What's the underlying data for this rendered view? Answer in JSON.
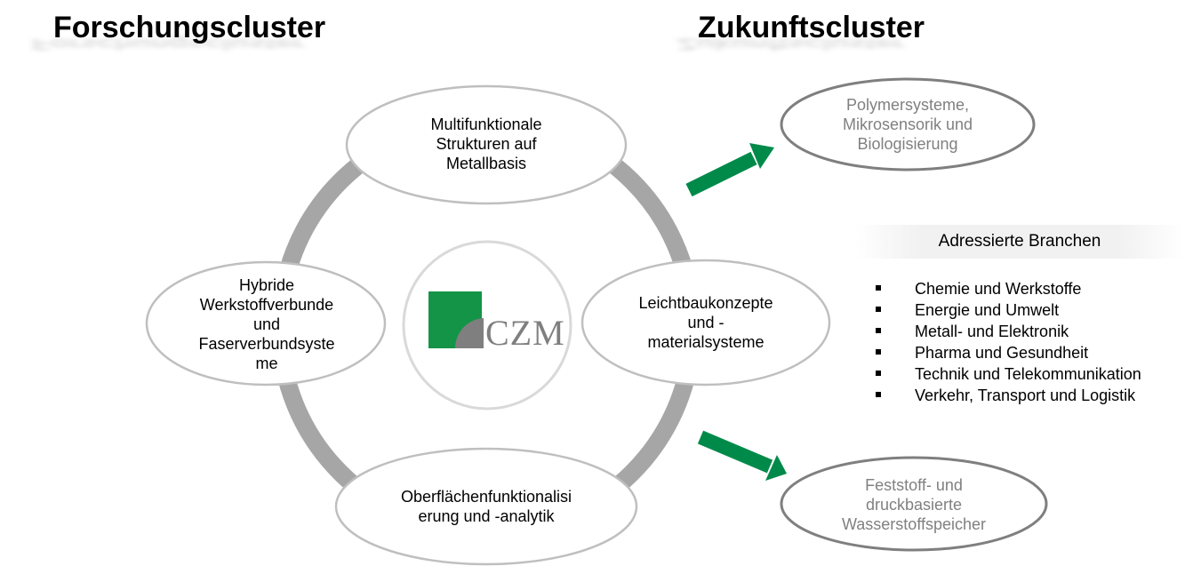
{
  "headings": {
    "left": "Forschungscluster",
    "right": "Zukunftscluster"
  },
  "research_clusters": {
    "top": [
      "Multifunktionale",
      "Strukturen auf",
      "Metallbasis"
    ],
    "right": [
      "Leichtbaukonzepte",
      "und -",
      "materialsysteme"
    ],
    "bottom": [
      "Oberflächenfunktionalisi",
      "erung und -analytik"
    ],
    "left": [
      "Hybride",
      "Werkstoffverbunde",
      "und",
      "Faserverbundsyste",
      "me"
    ]
  },
  "logo": {
    "text": "CZM",
    "color_green": "#149447",
    "color_gray": "#7f7f7f"
  },
  "future_clusters": {
    "upper": [
      "Polymersysteme,",
      "Mikrosensorik und",
      "Biologisierung"
    ],
    "lower": [
      "Feststoff- und",
      "druckbasierte",
      "Wasserstoffspeicher"
    ]
  },
  "branches": {
    "title": "Adressierte Branchen",
    "items": [
      "Chemie und Werkstoffe",
      "Energie und Umwelt",
      "Metall- und Elektronik",
      "Pharma und Gesundheit",
      "Technik und Telekommunikation",
      "Verkehr, Transport und Logistik"
    ]
  },
  "colors": {
    "arrow": "#008a4a",
    "ring": "#a6a6a6",
    "ellipse_stroke": "#bfbfbf",
    "future_stroke": "#7f7f7f",
    "future_text": "#808080"
  }
}
